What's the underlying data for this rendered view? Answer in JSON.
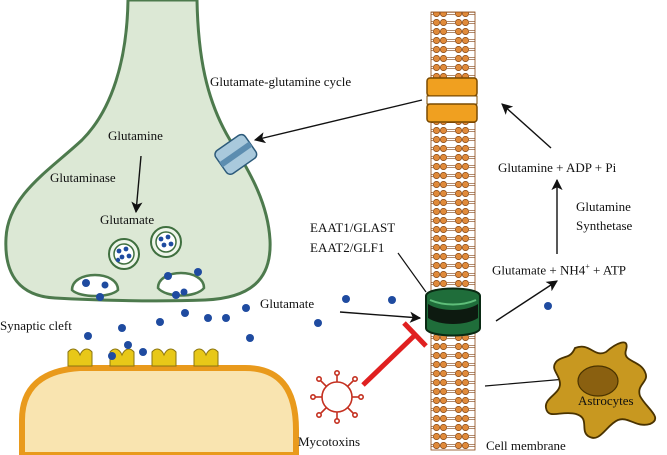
{
  "labels": {
    "cycle": "Glutamate-glutamine cycle",
    "glutamine": "Glutamine",
    "glutaminase": "Glutaminase",
    "glutamate_vesicle": "Glutamate",
    "eaat1": "EAAT1/GLAST",
    "eaat2": "EAAT2/GLF1",
    "glutamine_adp": "Glutamine + ADP + Pi",
    "synthetase_line1": "Glutamine",
    "synthetase_line2": "Synthetase",
    "glutamate_nh4": "Glutamate + NH4",
    "nh4_sup": "+",
    "atp": " + ATP",
    "glutamate_cleft": "Glutamate",
    "synaptic_cleft": "Synaptic cleft",
    "mycotoxins": "Mycotoxins",
    "astrocytes": "Astrocytes",
    "cell_membrane": "Cell membrane"
  },
  "colors": {
    "presynaptic_fill": "#dce8d5",
    "presynaptic_stroke": "#4d7a4d",
    "postsynaptic_fill": "#f9e4b0",
    "postsynaptic_stroke": "#e99a1c",
    "membrane": "#d97a2a",
    "membrane_dark": "#8a4410",
    "transporter": "#1f6d3a",
    "channel": "#f0a020",
    "molecule": "#1f4ba0",
    "inhibition": "#e02020",
    "astrocyte": "#c89820",
    "receptor": "#e8c818"
  },
  "icons": [
    "presynaptic-terminal",
    "postsynaptic-neuron",
    "vesicle",
    "cell-membrane",
    "glutamate-transporter",
    "channel-protein",
    "mycotoxin-virus-icon",
    "astrocyte-cell",
    "receptor"
  ]
}
